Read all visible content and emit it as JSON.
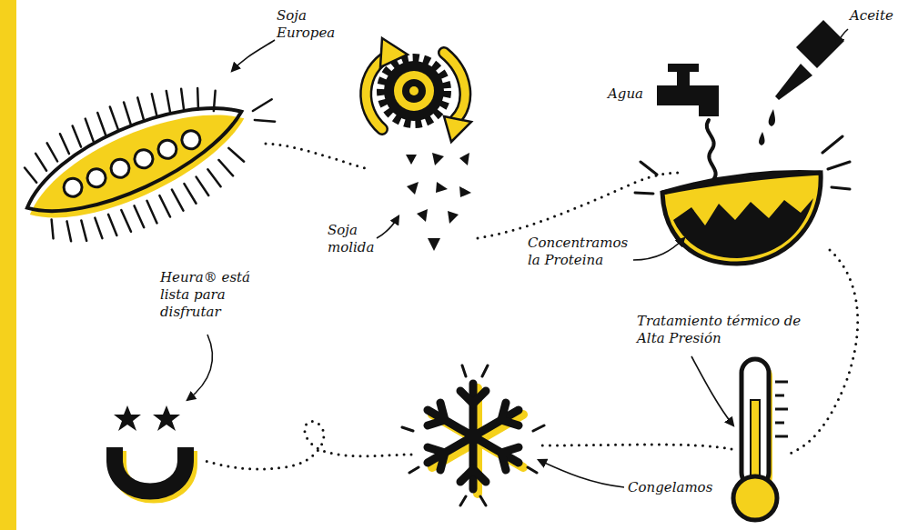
{
  "diagram": {
    "labels": [
      "Soja Europea",
      "Soja molida",
      "Agua",
      "Aceite",
      "Concentramos la Proteina",
      "Tratamiento térmico de Alta Presión",
      "Congelamos",
      "Heura® está lista para disfrutar"
    ]
  }
}
